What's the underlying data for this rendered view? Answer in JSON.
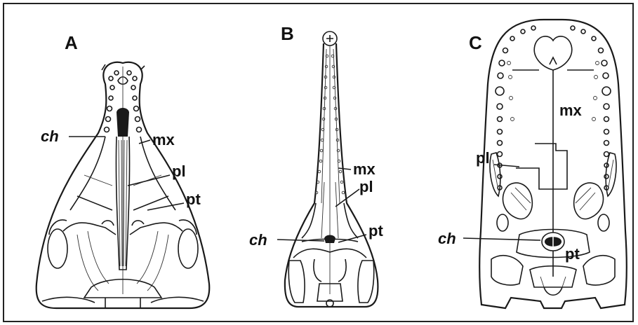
{
  "panels": {
    "a": {
      "letter": "A",
      "labels": {
        "ch": "ch",
        "mx": "mx",
        "pl": "pl",
        "pt": "pt"
      }
    },
    "b": {
      "letter": "B",
      "labels": {
        "ch": "ch",
        "mx": "mx",
        "pl": "pl",
        "pt": "pt"
      }
    },
    "c": {
      "letter": "C",
      "labels": {
        "ch": "ch",
        "mx": "mx",
        "pl": "pl",
        "pt": "pt"
      }
    }
  }
}
